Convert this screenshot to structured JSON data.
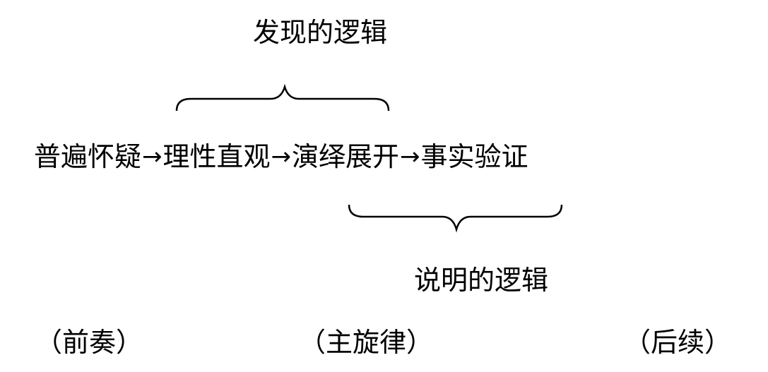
{
  "labels": {
    "top": "发现的逻辑",
    "bottom": "说明的逻辑"
  },
  "chain": {
    "steps": [
      "普遍怀疑",
      "理性直观",
      "演绎展开",
      "事实验证"
    ],
    "arrow": "→"
  },
  "roles": {
    "prelude": "（前奏）",
    "theme": "（主旋律）",
    "coda": "（后续）"
  }
}
